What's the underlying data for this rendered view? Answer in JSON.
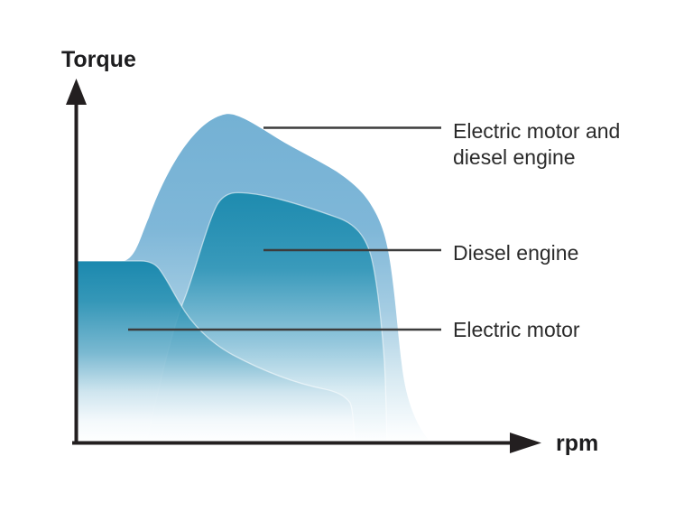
{
  "figure": {
    "ylabel": "Torque",
    "xlabel": "rpm",
    "labels": {
      "combined_line1": "Electric motor and",
      "combined_line2": "diesel engine",
      "diesel": "Diesel engine",
      "electric": "Electric motor"
    },
    "colors": {
      "combined_area_top": "#74b1d4",
      "diesel_area_top": "#1e8cb0",
      "electric_area_top": "#2e92b4",
      "area_fade_bottom": "#ffffff",
      "axis": "#231f20",
      "leader_line": "#3c3c3c",
      "text": "#2b2b2b",
      "background": "#ffffff"
    }
  },
  "chart_data": {
    "type": "area",
    "title": "",
    "xlabel": "rpm",
    "ylabel": "Torque",
    "grid": false,
    "arrow_axes": true,
    "axis_numeric_labels": false,
    "x_unit": "relative rpm (0-100, axis unlabeled)",
    "y_unit": "relative torque (0-100, axis unlabeled)",
    "legend_position": "right side, leader lines pointing into areas",
    "series": [
      {
        "name": "Electric motor and diesel engine",
        "style": "light blue area, fades to white at bottom",
        "points": [
          [
            12,
            55
          ],
          [
            21,
            68
          ],
          [
            32,
            88
          ],
          [
            42,
            99
          ],
          [
            57,
            92
          ],
          [
            73,
            82
          ],
          [
            84,
            71
          ],
          [
            89,
            53
          ],
          [
            92,
            24
          ],
          [
            96,
            10
          ],
          [
            100,
            0
          ]
        ]
      },
      {
        "name": "Diesel engine",
        "style": "dark teal area, fades to white at bottom",
        "points": [
          [
            20,
            0
          ],
          [
            30,
            43
          ],
          [
            40,
            72
          ],
          [
            45,
            76
          ],
          [
            62,
            72
          ],
          [
            74,
            68
          ],
          [
            83,
            56
          ],
          [
            86,
            36
          ],
          [
            87,
            15
          ],
          [
            88,
            0
          ]
        ]
      },
      {
        "name": "Electric motor",
        "style": "teal area, constant torque then falling, fades to white at bottom",
        "points": [
          [
            0,
            55
          ],
          [
            18,
            55
          ],
          [
            24,
            47
          ],
          [
            29,
            42
          ],
          [
            44,
            27
          ],
          [
            57,
            19
          ],
          [
            70,
            16
          ],
          [
            77,
            12
          ],
          [
            78,
            5
          ],
          [
            78,
            0
          ]
        ]
      }
    ]
  }
}
